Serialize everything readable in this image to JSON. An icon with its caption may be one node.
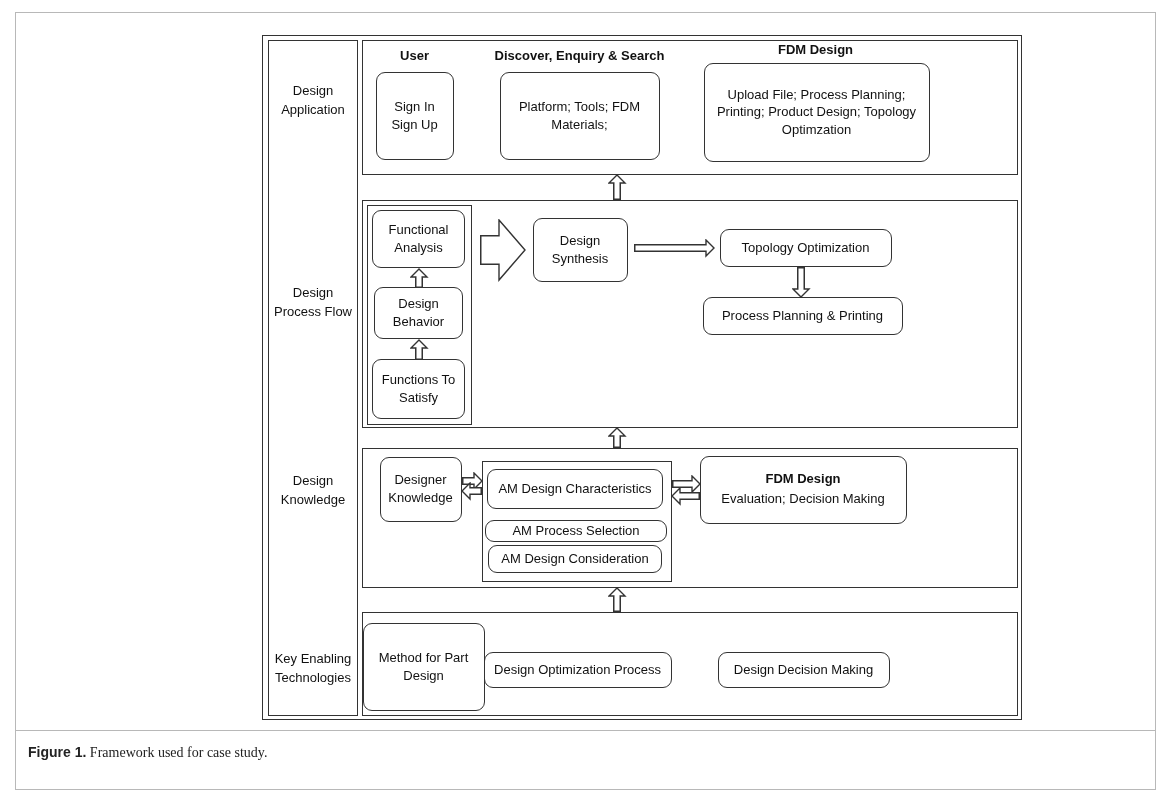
{
  "diagram": {
    "caption": "**Figure 1.** Framework used for case study.",
    "nodes": [
      {
        "text": [
          "Design Application",
          "Design Process Flow",
          "Design Knowledge",
          "Key Enabling Technologies"
        ]
      },
      {
        "text": [],
        "shape": "box"
      },
      {
        "text": [
          "User",
          "Sign In Sign Up"
        ],
        "in": 1
      },
      {
        "text": [
          "Discover, Enquiry & Search",
          "Platform; Tools; FDM Materials;"
        ],
        "in": 1
      },
      {
        "text": [
          "FDM Design",
          "Upload File; Process Planning; Printing; Product Design; Topology Optimzation"
        ],
        "in": 1
      },
      {
        "text": [],
        "shape": "box"
      },
      {
        "text": [],
        "shape": "box",
        "in": 5
      },
      {
        "text": [
          "Functional Analysis"
        ],
        "in": 6
      },
      {
        "text": [
          "Design Behavior"
        ],
        "in": 6
      },
      {
        "text": [
          "Functions To Satisfy"
        ],
        "in": 6
      },
      {
        "text": [
          "Design Synthesis"
        ],
        "in": 5
      },
      {
        "text": [
          "Topology Optimization"
        ],
        "in": 5
      },
      {
        "text": [
          "Process Planning & Printing"
        ],
        "in": 5
      },
      {
        "text": [],
        "shape": "box"
      },
      {
        "text": [
          "Designer Knowledge"
        ],
        "in": 13
      },
      {
        "text": [],
        "shape": "box",
        "in": 13
      },
      {
        "text": [
          "AM Design Characteristics"
        ],
        "in": 15
      },
      {
        "text": [
          "AM Process Selection"
        ],
        "in": 15
      },
      {
        "text": [
          "AM Design Consideration"
        ],
        "in": 15
      },
      {
        "text": [
          "FDM Design",
          "Evaluation; Decision Making"
        ],
        "in": 13
      },
      {
        "text": [],
        "shape": "box"
      },
      {
        "text": [
          "Method for Part Design"
        ],
        "in": 20
      },
      {
        "text": [
          "Design Optimization Process"
        ],
        "in": 20
      },
      {
        "text": [
          "Design Decision Making"
        ],
        "in": 20
      }
    ],
    "edges": [
      {
        "from": 5,
        "to": 1,
        "arrow": "to"
      },
      {
        "from": 9,
        "to": 8,
        "arrow": "to"
      },
      {
        "from": 8,
        "to": 7,
        "arrow": "to"
      },
      {
        "from": 6,
        "to": 10,
        "arrow": "to",
        "style": "thick"
      },
      {
        "from": 10,
        "to": 11,
        "arrow": "to"
      },
      {
        "from": 11,
        "to": 12,
        "arrow": "to"
      },
      {
        "from": 13,
        "to": 5,
        "arrow": "to"
      },
      {
        "from": 14,
        "to": 15,
        "arrow": "to"
      },
      {
        "from": 15,
        "to": 14,
        "arrow": "to"
      },
      {
        "from": 15,
        "to": 19,
        "arrow": "to"
      },
      {
        "from": 19,
        "to": 15,
        "arrow": "to"
      },
      {
        "from": 20,
        "to": 13,
        "arrow": "to"
      }
    ]
  }
}
